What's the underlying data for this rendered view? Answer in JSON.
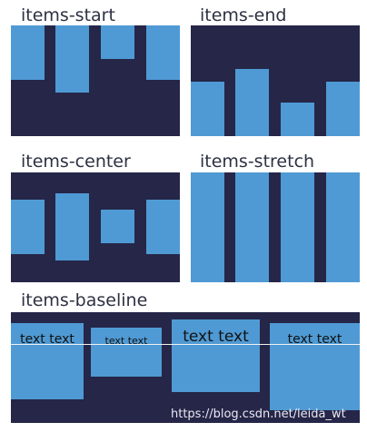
{
  "labels": {
    "items_start": "items-start",
    "items_end": "items-end",
    "items_center": "items-center",
    "items_stretch": "items-stretch",
    "items_baseline": "items-baseline"
  },
  "baseline_items": [
    {
      "text": "text text"
    },
    {
      "text": "text text"
    },
    {
      "text": "text text"
    },
    {
      "text": "text text"
    }
  ],
  "watermark": "https://blog.csdn.net/leida_wt",
  "colors": {
    "panel_bg": "#252648",
    "item_bg": "#4f9ad4",
    "page_bg": "#ffffff",
    "label_text": "#2d3142"
  }
}
